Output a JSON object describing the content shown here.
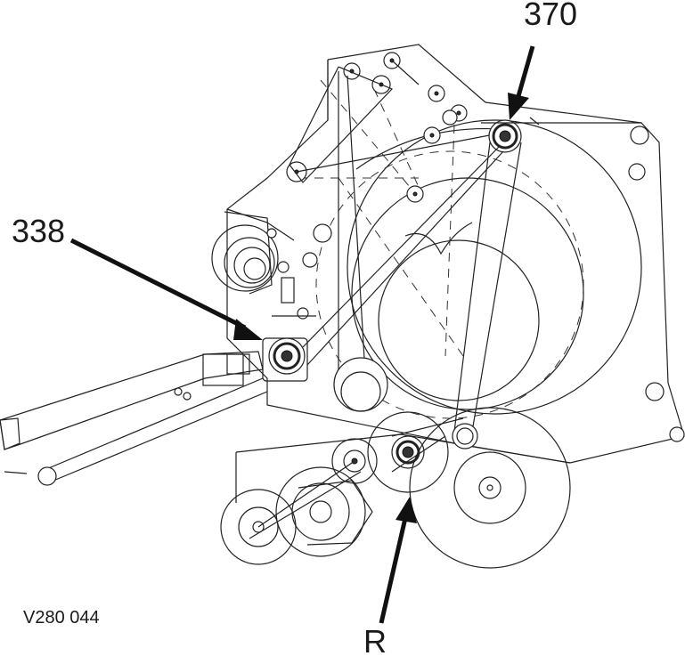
{
  "callouts": {
    "label_370": "370",
    "label_338": "338",
    "label_r": "R"
  },
  "figure_code": "V280 044",
  "colors": {
    "line": "#222222",
    "background": "#ffffff"
  }
}
